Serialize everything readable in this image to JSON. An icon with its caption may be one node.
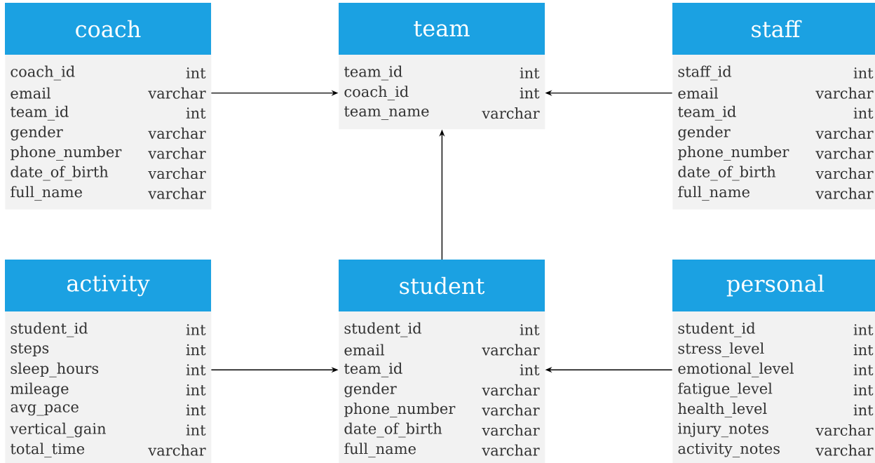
{
  "diagram": {
    "nodes": [
      {
        "text": [
          "coach"
        ]
      },
      {
        "text": [
          "coach_id",
          "int"
        ],
        "in": 0
      },
      {
        "text": [
          "email",
          "varchar"
        ],
        "in": 0
      },
      {
        "text": [
          "team_id",
          "int"
        ],
        "in": 0
      },
      {
        "text": [
          "gender",
          "varchar"
        ],
        "in": 0
      },
      {
        "text": [
          "phone_number",
          "varchar"
        ],
        "in": 0
      },
      {
        "text": [
          "date_of_birth",
          "varchar"
        ],
        "in": 0
      },
      {
        "text": [
          "full_name",
          "varchar"
        ],
        "in": 0
      },
      {
        "text": [
          "team"
        ]
      },
      {
        "text": [
          "team_id",
          "int"
        ],
        "in": 8
      },
      {
        "text": [
          "coach_id",
          "int"
        ],
        "in": 8
      },
      {
        "text": [
          "team_name",
          "varchar"
        ],
        "in": 8
      },
      {
        "text": [
          "staff"
        ]
      },
      {
        "text": [
          "staff_id",
          "int"
        ],
        "in": 12
      },
      {
        "text": [
          "email",
          "varchar"
        ],
        "in": 12
      },
      {
        "text": [
          "team_id",
          "int"
        ],
        "in": 12
      },
      {
        "text": [
          "gender",
          "varchar"
        ],
        "in": 12
      },
      {
        "text": [
          "phone_number",
          "varchar"
        ],
        "in": 12
      },
      {
        "text": [
          "date_of_birth",
          "varchar"
        ],
        "in": 12
      },
      {
        "text": [
          "full_name",
          "varchar"
        ],
        "in": 12
      },
      {
        "text": [
          "activity"
        ]
      },
      {
        "text": [
          "student_id",
          "int"
        ],
        "in": 20
      },
      {
        "text": [
          "steps",
          "int"
        ],
        "in": 20
      },
      {
        "text": [
          "sleep_hours",
          "int"
        ],
        "in": 20
      },
      {
        "text": [
          "mileage",
          "int"
        ],
        "in": 20
      },
      {
        "text": [
          "avg_pace",
          "int"
        ],
        "in": 20
      },
      {
        "text": [
          "vertical_gain",
          "int"
        ],
        "in": 20
      },
      {
        "text": [
          "total_time",
          "varchar"
        ],
        "in": 20
      },
      {
        "text": [
          "student"
        ]
      },
      {
        "text": [
          "student_id",
          "int"
        ],
        "in": 28
      },
      {
        "text": [
          "email",
          "varchar"
        ],
        "in": 28
      },
      {
        "text": [
          "team_id",
          "int"
        ],
        "in": 28
      },
      {
        "text": [
          "gender",
          "varchar"
        ],
        "in": 28
      },
      {
        "text": [
          "phone_number",
          "varchar"
        ],
        "in": 28
      },
      {
        "text": [
          "date_of_birth",
          "varchar"
        ],
        "in": 28
      },
      {
        "text": [
          "full_name",
          "varchar"
        ],
        "in": 28
      },
      {
        "text": [
          "personal"
        ]
      },
      {
        "text": [
          "student_id",
          "int"
        ],
        "in": 36
      },
      {
        "text": [
          "stress_level",
          "int"
        ],
        "in": 36
      },
      {
        "text": [
          "emotional_level",
          "int"
        ],
        "in": 36
      },
      {
        "text": [
          "fatigue_level",
          "int"
        ],
        "in": 36
      },
      {
        "text": [
          "health_level",
          "int"
        ],
        "in": 36
      },
      {
        "text": [
          "injury_notes",
          "varchar"
        ],
        "in": 36
      },
      {
        "text": [
          "activity_notes",
          "varchar"
        ],
        "in": 36
      }
    ],
    "edges": [
      {
        "from": 2,
        "to": 10,
        "arrow": "to"
      },
      {
        "from": 14,
        "to": 10,
        "arrow": "to"
      },
      {
        "from": 28,
        "to": 8,
        "arrow": "to"
      },
      {
        "from": 23,
        "to": 31,
        "arrow": "to"
      },
      {
        "from": 39,
        "to": 31,
        "arrow": "to"
      }
    ]
  }
}
